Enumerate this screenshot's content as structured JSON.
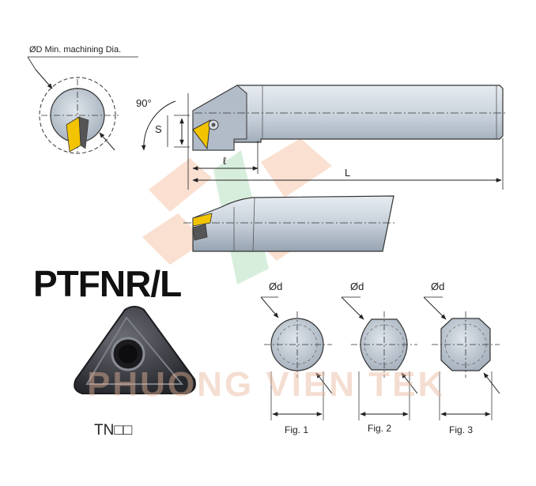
{
  "title": "PTFNR/L",
  "labels": {
    "min_dia": "ØD Min. machining Dia.",
    "angle": "90°",
    "s": "S",
    "l_small": "ℓ",
    "l_big": "L",
    "dia_small": "Ød",
    "insert_code": "TN□□",
    "fig1": "Fig. 1",
    "fig2": "Fig. 2",
    "fig3": "Fig. 3"
  },
  "watermark": "PHUONG VIEN TEK",
  "colors": {
    "holder_fill": "#c9d2dc",
    "holder_dark": "#8e9aa8",
    "insert_gold": "#f2c300",
    "insert_body": "#3d3e45",
    "watermark": "#e8b79b",
    "line": "#222222"
  }
}
